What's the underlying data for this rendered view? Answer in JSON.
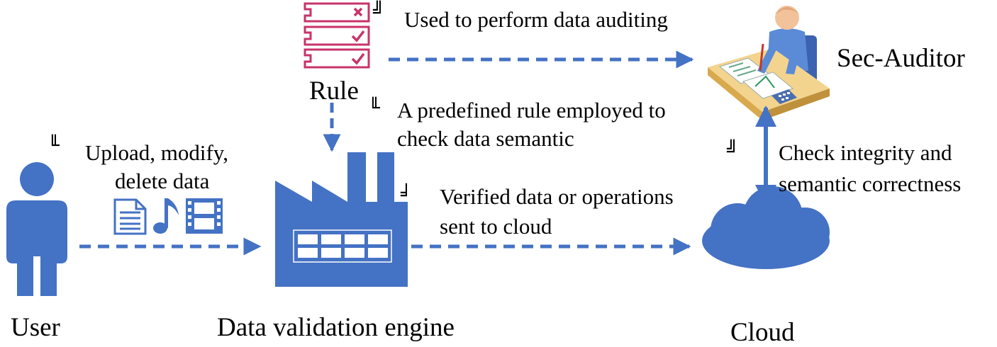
{
  "colors": {
    "primary_blue": "#4472C4",
    "rule_pink": "#C8336A",
    "desk": "#E8C57E",
    "text": "#000000"
  },
  "entities": {
    "user": "User",
    "engine": "Data validation engine",
    "cloud": "Cloud",
    "auditor": "Sec-Auditor",
    "rule": "Rule"
  },
  "annotations": {
    "auditing": "Used to perform data auditing",
    "predefined_line1": "A predefined rule employed to",
    "predefined_line2": "check data semantic",
    "upload_line1": "Upload, modify,",
    "upload_line2": "delete data",
    "verified_line1": "Verified data or operations",
    "verified_line2": "sent to cloud",
    "check_line1": "Check integrity and",
    "check_line2": "semantic correctness"
  },
  "icons": {
    "user": "person-icon",
    "engine": "factory-icon",
    "cloud": "cloud-icon",
    "auditor": "auditor-at-desk-icon",
    "rule": "checklist-icon",
    "data_types": [
      "document-icon",
      "music-note-icon",
      "film-icon"
    ]
  }
}
